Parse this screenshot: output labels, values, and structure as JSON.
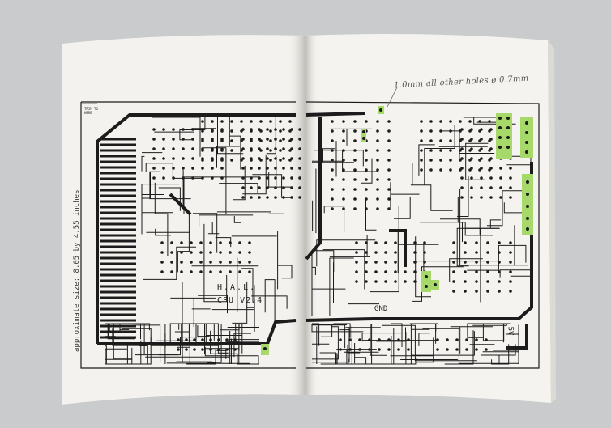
{
  "board": {
    "name": "H.A.L.",
    "model": "CPU V2.4",
    "gnd": "GND",
    "voltage": "5V",
    "size_note": "approximate size: 8.05 by 4.55 inches",
    "from_note": "TRIM TO HERE"
  },
  "handwriting": {
    "note": "1.0mm  all other holes ø 0.7mm"
  },
  "colors": {
    "background": "#c9cbcd",
    "paper": "#f4f2ee",
    "trace": "#1c1c1c",
    "highlight": "#a6d96a"
  }
}
